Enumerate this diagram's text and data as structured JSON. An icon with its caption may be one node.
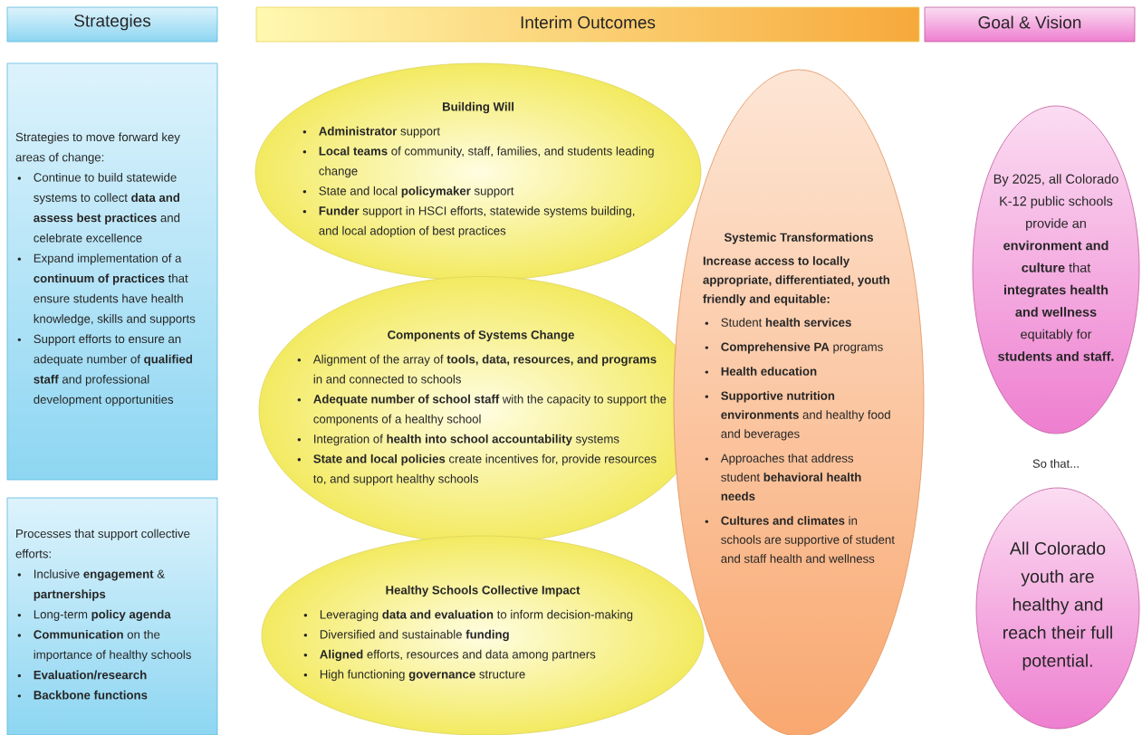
{
  "diagram": {
    "nodes": [
      {
        "text": [
          "Strategies"
        ]
      },
      {
        "text": [
          "Interim Outcomes"
        ]
      },
      {
        "text": [
          "Goal & Vision"
        ]
      },
      {
        "text": [
          "Strategies to move forward key areas of change:",
          "Continue to build statewide systems to collect **data and assess best practices** and celebrate excellence",
          "Expand implementation of a **continuum of practices** that ensure students have health knowledge, skills and supports",
          "Support efforts to ensure an adequate number of **qualified staff** and professional development opportunities"
        ]
      },
      {
        "text": [
          "Processes that support collective efforts:",
          "Inclusive **engagement** & **partnerships**",
          "Long-term **policy agenda**",
          "**Communication** on the importance of healthy schools",
          "**Evaluation/research**",
          "**Backbone functions**"
        ]
      },
      {
        "text": [
          "Building Will",
          "**Administrator** support",
          "**Local teams** of community, staff, families, and students leading change",
          "State and local **policymaker** support",
          "**Funder** support in HSCI efforts, statewide systems building, and local adoption of best practices"
        ]
      },
      {
        "text": [
          "Components of Systems Change",
          "Alignment of the array of **tools, data, resources, and programs** in and connected to schools",
          "**Adequate number of school staff** with the capacity to support the components of a healthy school",
          "Integration of **health into school accountability** systems",
          "**State and local policies** create incentives for, provide resources to, and support healthy schools"
        ]
      },
      {
        "text": [
          "Healthy Schools Collective Impact",
          "Leveraging **data and evaluation** to inform decision-making",
          "Diversified and sustainable **funding**",
          "**Aligned** efforts, resources and data among partners",
          "High functioning **governance** structure"
        ]
      },
      {
        "text": [
          "Systemic Transformations",
          "Increase access to locally appropriate, differentiated, youth friendly and equitable:",
          "Student **health services**",
          "**Comprehensive PA** programs",
          "**Health education**",
          "**Supportive nutrition environments** and healthy food and beverages",
          "Approaches that address student **behavioral health needs**",
          "**Cultures and climates** in schools are supportive of student and staff health and wellness"
        ]
      },
      {
        "text": [
          "By 2025, all Colorado K-12 public schools provide an **environment and culture** that **integrates health and wellness** equitably for **students and staff.**"
        ]
      },
      {
        "text": [
          "All Colorado youth are healthy and reach their full potential."
        ]
      }
    ],
    "labels": [
      "So that..."
    ]
  }
}
